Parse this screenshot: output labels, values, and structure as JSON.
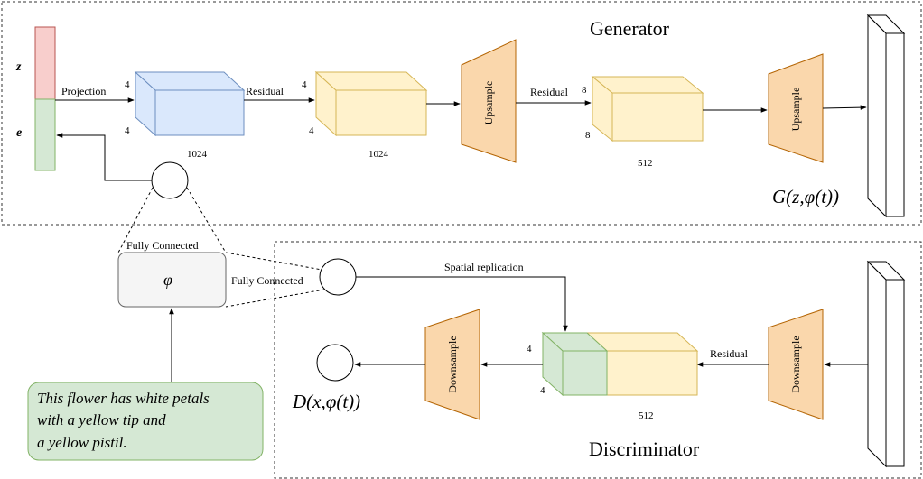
{
  "generator": {
    "title": "Generator",
    "z_label": "z",
    "e_label": "e",
    "projection_label": "Projection",
    "residual_label_1": "Residual",
    "residual_label_2": "Residual",
    "block1": {
      "depth": "1024",
      "dim_top": "4",
      "dim_bottom": "4"
    },
    "block2": {
      "depth": "1024",
      "dim_top": "4",
      "dim_bottom": "4"
    },
    "block3": {
      "depth": "512",
      "dim_top": "8",
      "dim_bottom": "8"
    },
    "upsample_1": "Upsample",
    "upsample_2": "Upsample",
    "output_label": "G(z,φ(t))"
  },
  "encoder": {
    "phi_label": "φ",
    "fc_label_top": "Fully Connected",
    "fc_label_right": "Fully Connected",
    "text_input": [
      "This flower has white petals",
      "with a yellow tip and",
      "a yellow pistil."
    ]
  },
  "discriminator": {
    "title": "Discriminator",
    "spatial_replication_label": "Spatial replication",
    "residual_label": "Residual",
    "block": {
      "depth": "512",
      "dim_top": "4",
      "dim_bottom": "4"
    },
    "downsample_1": "Downsample",
    "downsample_2": "Downsample",
    "output_label": "D(x,φ(t))"
  },
  "colors": {
    "noise_red": "#f8cecc",
    "embed_green": "#d5e8d4",
    "blue_block": "#dae8fc",
    "blue_stroke": "#6c8ebf",
    "yellow_block": "#fff2cc",
    "yellow_stroke": "#d6b656",
    "orange_trap": "#fad7ac",
    "orange_stroke": "#b46504",
    "green_stroke": "#82b366",
    "gray_box": "#f5f5f5"
  }
}
